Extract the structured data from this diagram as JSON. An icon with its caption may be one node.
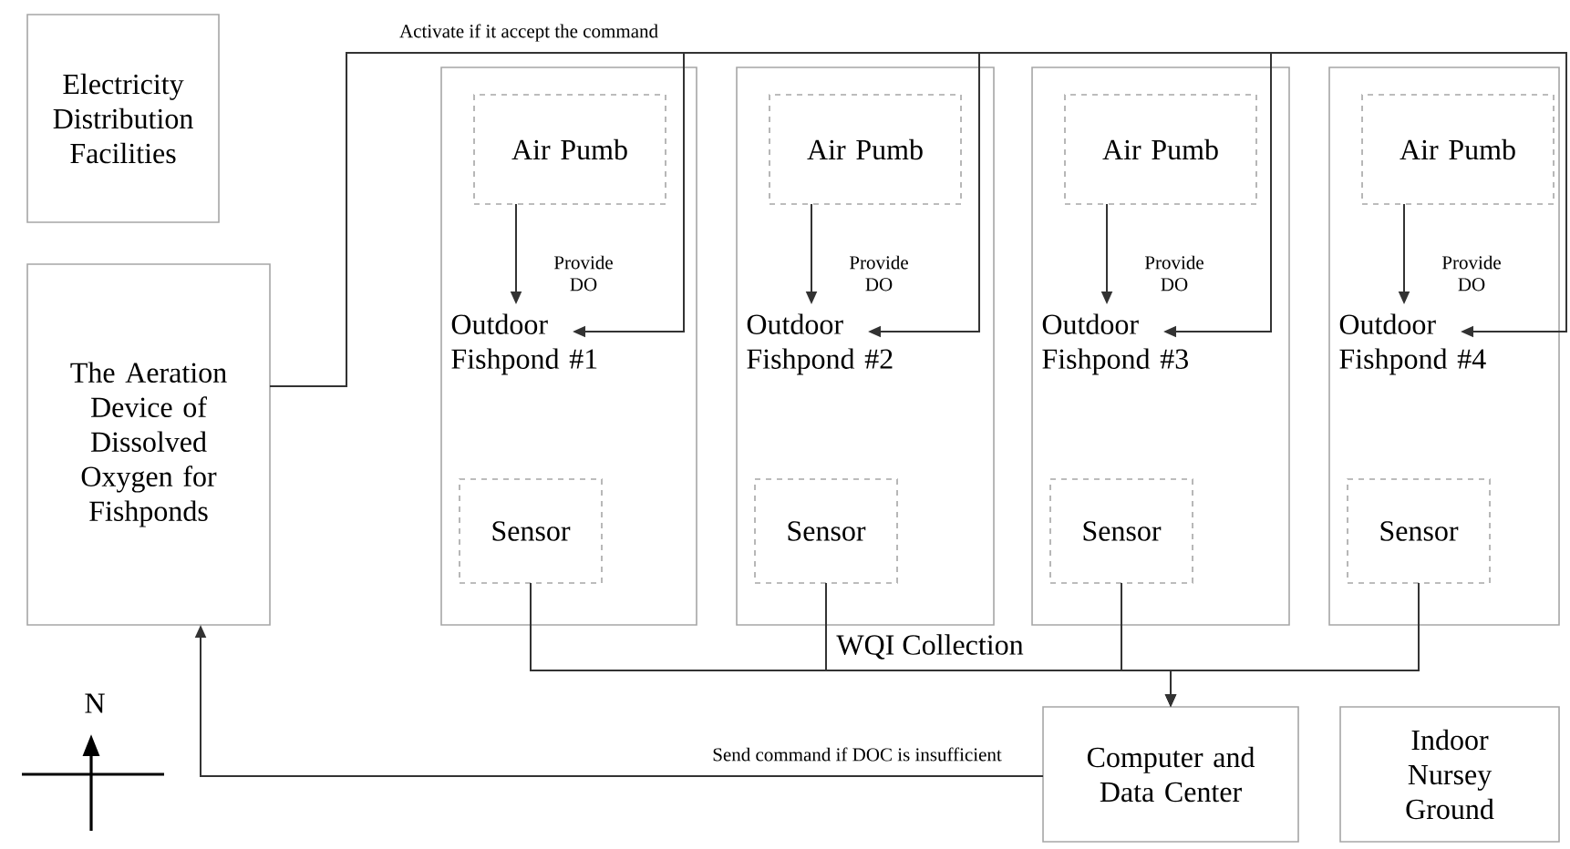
{
  "diagram": {
    "nodes": [
      {
        "text": [
          "Electricity Distribution Facilities"
        ]
      },
      {
        "text": [
          "The Aeration Device of Dissolved Oxygen for Fishponds"
        ]
      },
      {
        "text": [
          "Outdoor Fishpond #1"
        ]
      },
      {
        "text": [
          "Air Pumb"
        ],
        "in": 2
      },
      {
        "text": [
          "Sensor"
        ],
        "in": 2
      },
      {
        "text": [
          "Outdoor Fishpond #2"
        ]
      },
      {
        "text": [
          "Air Pumb"
        ],
        "in": 5
      },
      {
        "text": [
          "Sensor"
        ],
        "in": 5
      },
      {
        "text": [
          "Outdoor Fishpond #3"
        ]
      },
      {
        "text": [
          "Air Pumb"
        ],
        "in": 8
      },
      {
        "text": [
          "Sensor"
        ],
        "in": 8
      },
      {
        "text": [
          "Outdoor Fishpond #4"
        ]
      },
      {
        "text": [
          "Air Pumb"
        ],
        "in": 11
      },
      {
        "text": [
          "Sensor"
        ],
        "in": 11
      },
      {
        "text": [
          "Computer and Data Center"
        ]
      },
      {
        "text": [
          "Indoor Nursey Ground"
        ]
      }
    ],
    "edges": [
      {
        "from": 3,
        "to": 2,
        "arrow": "to",
        "label": "Provide DO"
      },
      {
        "from": 6,
        "to": 5,
        "arrow": "to",
        "label": "Provide DO"
      },
      {
        "from": 9,
        "to": 8,
        "arrow": "to",
        "label": "Provide DO"
      },
      {
        "from": 12,
        "to": 11,
        "arrow": "to",
        "label": "Provide DO"
      },
      {
        "from": 1,
        "to": 2,
        "arrow": "to",
        "label": "Activate if it accept the command"
      },
      {
        "from": 1,
        "to": 5,
        "arrow": "to"
      },
      {
        "from": 1,
        "to": 8,
        "arrow": "to"
      },
      {
        "from": 1,
        "to": 11,
        "arrow": "to"
      },
      {
        "from": 4,
        "to": 14,
        "arrow": "to",
        "label": "WQI Collection"
      },
      {
        "from": 7,
        "to": 14,
        "arrow": "to"
      },
      {
        "from": 10,
        "to": 14,
        "arrow": "to"
      },
      {
        "from": 13,
        "to": 14,
        "arrow": "to"
      },
      {
        "from": 14,
        "to": 1,
        "arrow": "to",
        "label": "Send command if DOC is insufficient"
      }
    ],
    "labels": [
      "N"
    ]
  }
}
